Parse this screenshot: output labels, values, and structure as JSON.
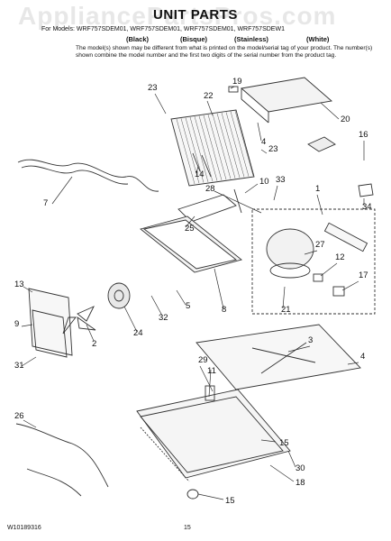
{
  "watermark": "AppliancePartsPros.com",
  "title": "UNIT PARTS",
  "models_line": "For Models: WRF757SDEM01, WRF757SDEM01, WRF757SDEM01, WRF757SDEW1",
  "colors": {
    "black": "(Black)",
    "bisque": "(Bisque)",
    "stainless": "(Stainless)",
    "white": "(White)"
  },
  "note": "The model(s) shown may be different from what is printed on the model/serial tag of your product. The number(s) shown combine the model number and the first two digits of the serial number from the product tag.",
  "footer": {
    "doc_number": "W10189316",
    "page": "15"
  },
  "callouts": [
    "1",
    "2",
    "3",
    "4",
    "4",
    "5",
    "7",
    "8",
    "9",
    "10",
    "11",
    "12",
    "13",
    "14",
    "15",
    "15",
    "16",
    "17",
    "18",
    "19",
    "20",
    "21",
    "22",
    "23",
    "23",
    "24",
    "25",
    "26",
    "27",
    "28",
    "29",
    "30",
    "31",
    "32",
    "33",
    "34"
  ],
  "line_color": "#333333"
}
